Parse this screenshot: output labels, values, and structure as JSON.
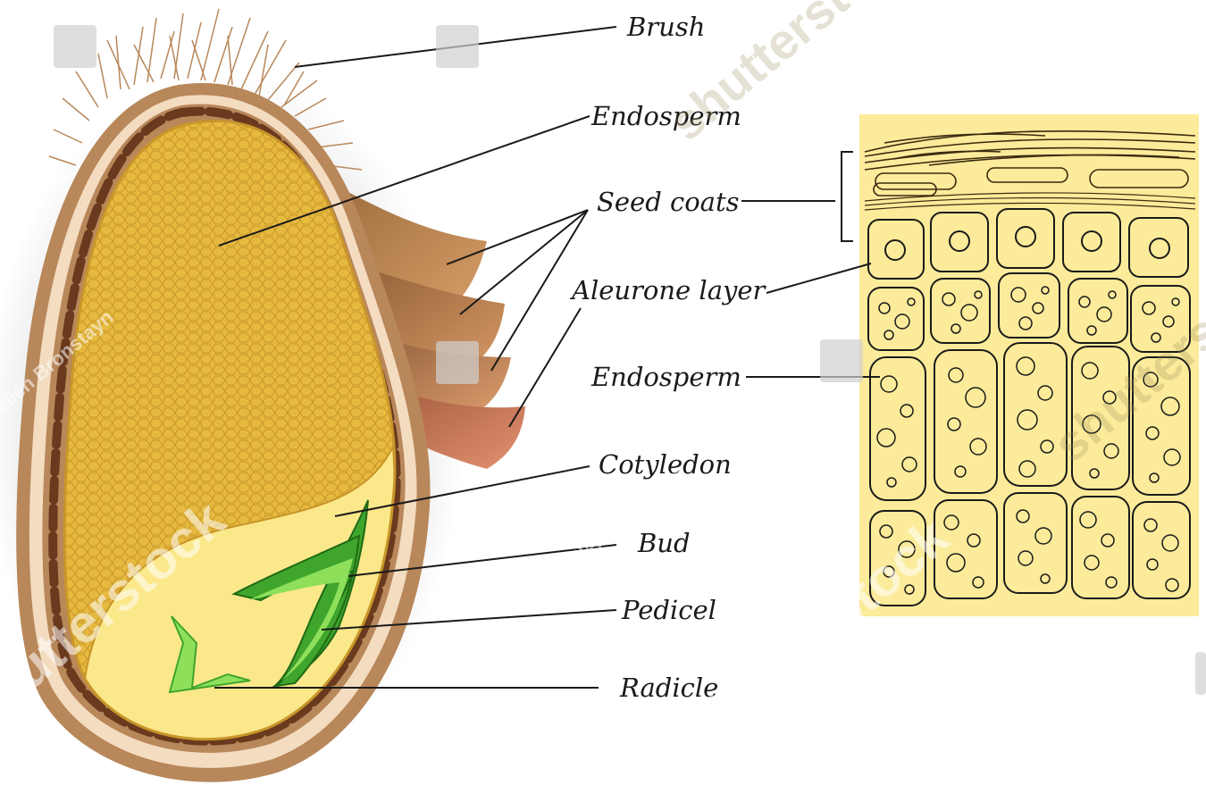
{
  "labels": {
    "brush": "Brush",
    "endosperm_top": "Endosperm",
    "seed_coats": "Seed coats",
    "aleurone": "Aleurone layer",
    "endosperm_right": "Endosperm",
    "cotyledon": "Cotyledon",
    "bud": "Bud",
    "pedicel": "Pedicel",
    "radicle": "Radicle"
  },
  "watermarks": {
    "brand": "shutterstock",
    "author": "Ellen Bronstayn",
    "author2": "Ellen Bronstayn",
    "fragment": "shutterst"
  },
  "colors": {
    "outer_coat": "#b8875a",
    "inner_coat": "#f3dcc0",
    "dash_band": "#7a4a2a",
    "endosperm": "#e3b53e",
    "embryo_bg": "#fbe88a",
    "cotyledon": "#3fa52c",
    "bud_light": "#8ee05a",
    "tissue_bg": "#fbeb9a"
  }
}
